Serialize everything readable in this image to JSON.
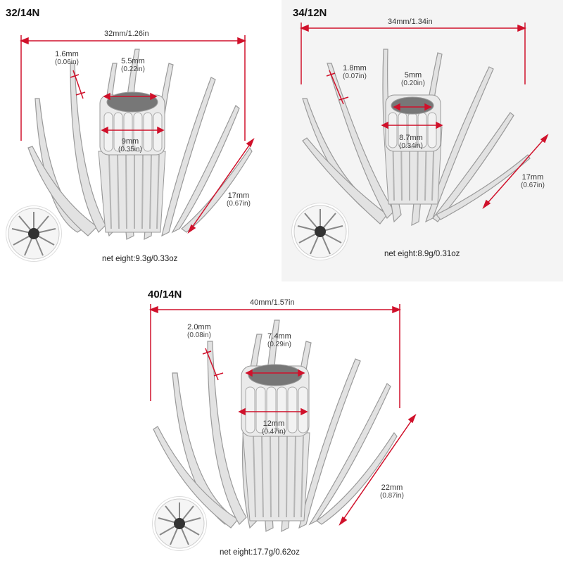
{
  "colors": {
    "dimension": "#d0112b",
    "metal": "#d8d8d8",
    "metal_dark": "#8a8a8a"
  },
  "panels": [
    {
      "model": "32/14N",
      "width": "32mm/1.26in",
      "wire_mm": "1.6mm",
      "wire_in": "(0.06in)",
      "inner_mm": "5.5mm",
      "inner_in": "(0.22in)",
      "outer_mm": "9mm",
      "outer_in": "(0.35in)",
      "height_mm": "17mm",
      "height_in": "(0.67in)",
      "weight": "net eight:9.3g/0.33oz"
    },
    {
      "model": "34/12N",
      "width": "34mm/1.34in",
      "wire_mm": "1.8mm",
      "wire_in": "(0.07in)",
      "inner_mm": "5mm",
      "inner_in": "(0.20in)",
      "outer_mm": "8.7mm",
      "outer_in": "(0.34in)",
      "height_mm": "17mm",
      "height_in": "(0.67in)",
      "weight": "net eight:8.9g/0.31oz"
    },
    {
      "model": "40/14N",
      "width": "40mm/1.57in",
      "wire_mm": "2.0mm",
      "wire_in": "(0.08in)",
      "inner_mm": "7.4mm",
      "inner_in": "(0.29in)",
      "outer_mm": "12mm",
      "outer_in": "(0.47in)",
      "height_mm": "22mm",
      "height_in": "(0.87in)",
      "weight": "net eight:17.7g/0.62oz"
    }
  ]
}
